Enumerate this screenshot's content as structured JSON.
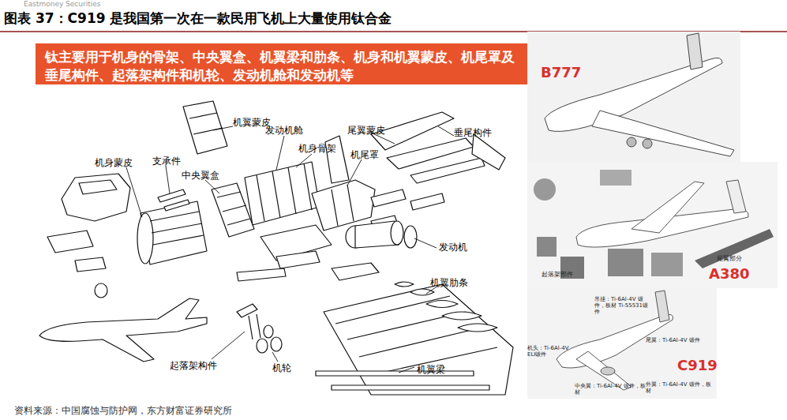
{
  "diagram": {
    "title": "图表 37：C919 是我国第一次在一款民用飞机上大量使用钛合金",
    "caption": "资料来源：中国腐蚀与防护网，东方财富证券研究所",
    "nodes": [
      {
        "text": [
          "钛主要用于机身的骨架、中央翼盒、机翼梁和肋条、机身和机翼蒙皮、机尾罩及垂尾构件、起落架构件和机轮、发动机舱和发动机等"
        ]
      },
      {
        "text": [
          "B777"
        ]
      },
      {
        "text": [
          "A380",
          "起落架部件",
          "尾翼部分"
        ]
      },
      {
        "text": [
          "C919",
          "吊挂：Ti-6Al-4V 锻件，板材 Ti-55531锻件",
          "机头：Ti-6Al-4V ELI锻件",
          "尾翼：Ti-6Al-4V 锻件",
          "中央翼：Ti-6Al-4V 锻件，板材",
          "外翼：Ti-6Al-4V 锻件，板材"
        ]
      }
    ],
    "labels": [
      "Eastmoney Securities",
      "机翼蒙皮",
      "发动机舱",
      "尾翼蒙皮",
      "机身骨架",
      "机尾罩",
      "垂尾构件",
      "机身蒙皮",
      "支承件",
      "中央翼盒",
      "发动机",
      "机翼肋条",
      "起落架构件",
      "机轮",
      "机翼梁"
    ]
  }
}
